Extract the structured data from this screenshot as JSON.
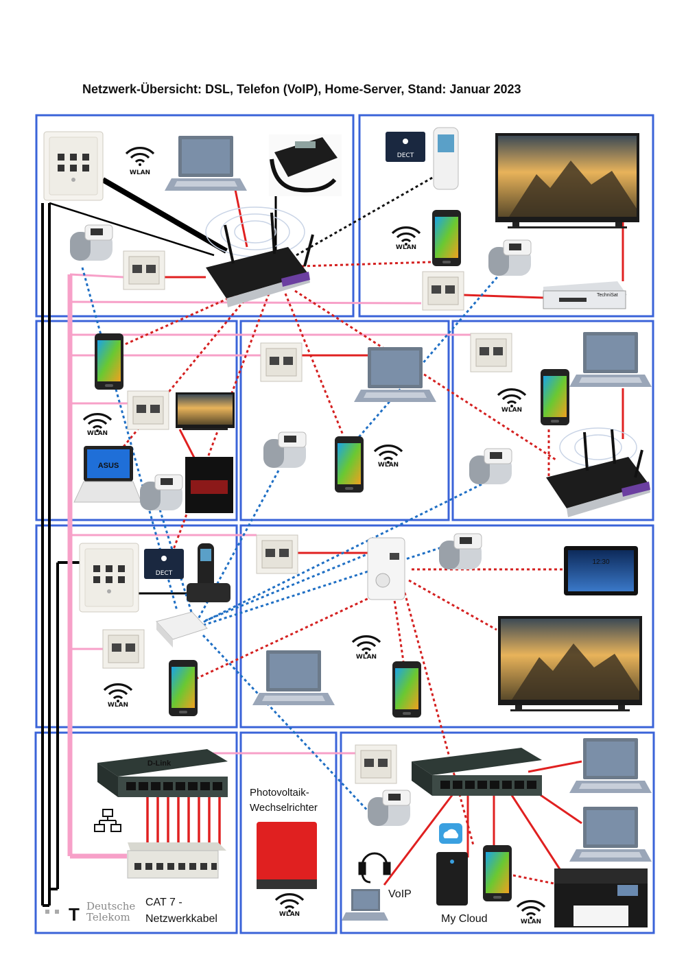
{
  "title": "Netzwerk-Übersicht: DSL, Telefon (VoIP), Home-Server, Stand: Januar 2023",
  "labels": {
    "wlan": "WLAN",
    "dect": "DECT",
    "pv_line1": "Photovoltaik-",
    "pv_line2": "Wechselrichter",
    "cat7_line1": "CAT 7 -",
    "cat7_line2": "Netzwerkkabel",
    "voip": "VoIP",
    "mycloud": "My Cloud",
    "telekom_line1": "Deutsche",
    "telekom_line2": "Telekom",
    "telekom_logo": "T",
    "asus": "ASUS",
    "dlink": "D-Link",
    "technisat": "TechniSat",
    "tablet_time": "12:30"
  },
  "colors": {
    "room_border": "#3a63d8",
    "lan": "#e02020",
    "wlan_link": "#d42020",
    "zigbee_link": "#1f6fc4",
    "dect_link": "#111111",
    "phone_cable": "#000000",
    "pink_cable": "#f7a0c8",
    "telekom": "#e20074"
  },
  "icons": [
    "wlan-icon",
    "dect-icon",
    "router-icon",
    "laptop-icon",
    "smartphone-icon",
    "thermostat-icon",
    "network-socket-icon",
    "phone-jack-icon",
    "desk-phone-icon",
    "tv-icon",
    "switch-icon",
    "patch-panel-icon",
    "inverter-icon",
    "printer-icon",
    "headset-icon",
    "nas-icon",
    "cloud-icon",
    "network-topology-icon"
  ]
}
